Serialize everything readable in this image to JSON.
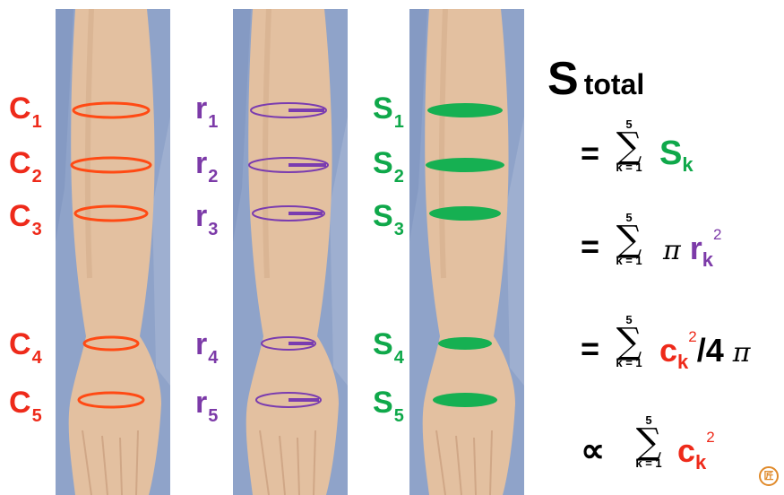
{
  "panels": [
    {
      "id": "circumference",
      "color": "#ff4a14",
      "style": "ring"
    },
    {
      "id": "radius",
      "color": "#7a3cb0",
      "style": "radius"
    },
    {
      "id": "area",
      "color": "#16b052",
      "style": "filled"
    }
  ],
  "labels_c": [
    {
      "base": "C",
      "sub": "1"
    },
    {
      "base": "C",
      "sub": "2"
    },
    {
      "base": "C",
      "sub": "3"
    },
    {
      "base": "C",
      "sub": "4"
    },
    {
      "base": "C",
      "sub": "5"
    }
  ],
  "labels_r": [
    {
      "base": "r",
      "sub": "1"
    },
    {
      "base": "r",
      "sub": "2"
    },
    {
      "base": "r",
      "sub": "3"
    },
    {
      "base": "r",
      "sub": "4"
    },
    {
      "base": "r",
      "sub": "5"
    }
  ],
  "labels_s": [
    {
      "base": "S",
      "sub": "1"
    },
    {
      "base": "S",
      "sub": "2"
    },
    {
      "base": "S",
      "sub": "3"
    },
    {
      "base": "S",
      "sub": "4"
    },
    {
      "base": "S",
      "sub": "5"
    }
  ],
  "formula": {
    "title_main": "S",
    "title_sub": "total",
    "eq_sign": "=",
    "prop_sign": "∝",
    "sum_upper": "5",
    "sum_lower": "k = 1",
    "sigma": "∑",
    "pi": "π",
    "line1_term": "S",
    "line1_sub": "k",
    "line2_r": "r",
    "line2_sub": "k",
    "line2_exp": "2",
    "line3_c": "c",
    "line3_sub": "k",
    "line3_exp": "2",
    "line3_div": "/4",
    "line4_c": "c",
    "line4_sub": "k",
    "line4_exp": "2"
  },
  "colors": {
    "c": "#ee2a1a",
    "r": "#7c3aa8",
    "s": "#0fa84a",
    "logo": "#e08a2a"
  },
  "logo_glyph": "匠"
}
